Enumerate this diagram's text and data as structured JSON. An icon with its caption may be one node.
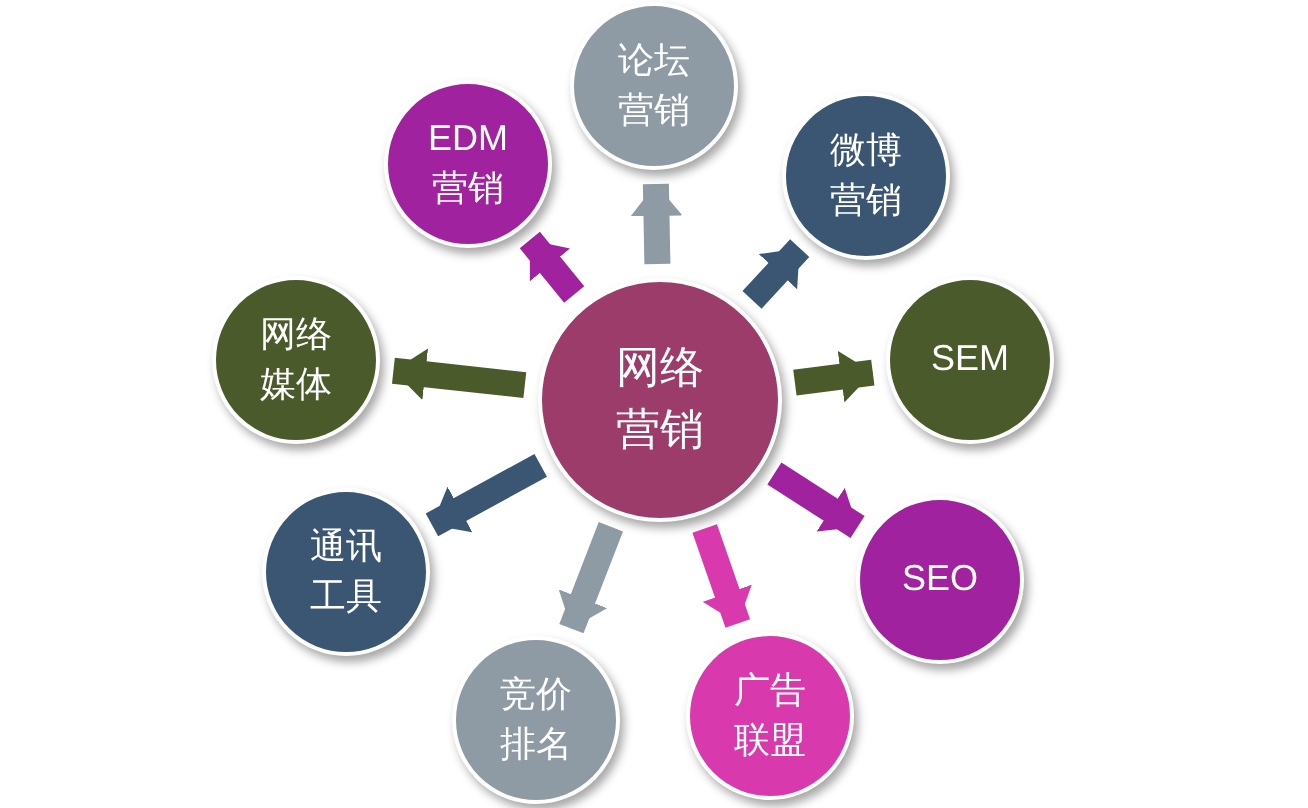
{
  "diagram": {
    "nodes": [
      {
        "text": [
          "网络营销"
        ]
      },
      {
        "text": [
          "论坛营销"
        ]
      },
      {
        "text": [
          "微博营销"
        ]
      },
      {
        "text": [
          "SEM"
        ]
      },
      {
        "text": [
          "SEO"
        ]
      },
      {
        "text": [
          "广告联盟"
        ]
      },
      {
        "text": [
          "竞价排名"
        ]
      },
      {
        "text": [
          "通讯工具"
        ]
      },
      {
        "text": [
          "网络媒体"
        ]
      },
      {
        "text": [
          "EDM营销"
        ]
      }
    ],
    "edges": [
      {
        "from": 0,
        "to": 1,
        "arrow": "to",
        "color": "#8e9ba4"
      },
      {
        "from": 0,
        "to": 2,
        "arrow": "to",
        "color": "#3b5672"
      },
      {
        "from": 0,
        "to": 3,
        "arrow": "to",
        "color": "#4b5a2a"
      },
      {
        "from": 0,
        "to": 4,
        "arrow": "to",
        "color": "#a0229e"
      },
      {
        "from": 0,
        "to": 5,
        "arrow": "to",
        "color": "#d83aad"
      },
      {
        "from": 0,
        "to": 6,
        "arrow": "to",
        "color": "#8e9ba4"
      },
      {
        "from": 0,
        "to": 7,
        "arrow": "to",
        "color": "#3b5672"
      },
      {
        "from": 0,
        "to": 8,
        "arrow": "to",
        "color": "#4b5a2a"
      },
      {
        "from": 0,
        "to": 9,
        "arrow": "to",
        "color": "#a0229e"
      }
    ]
  }
}
